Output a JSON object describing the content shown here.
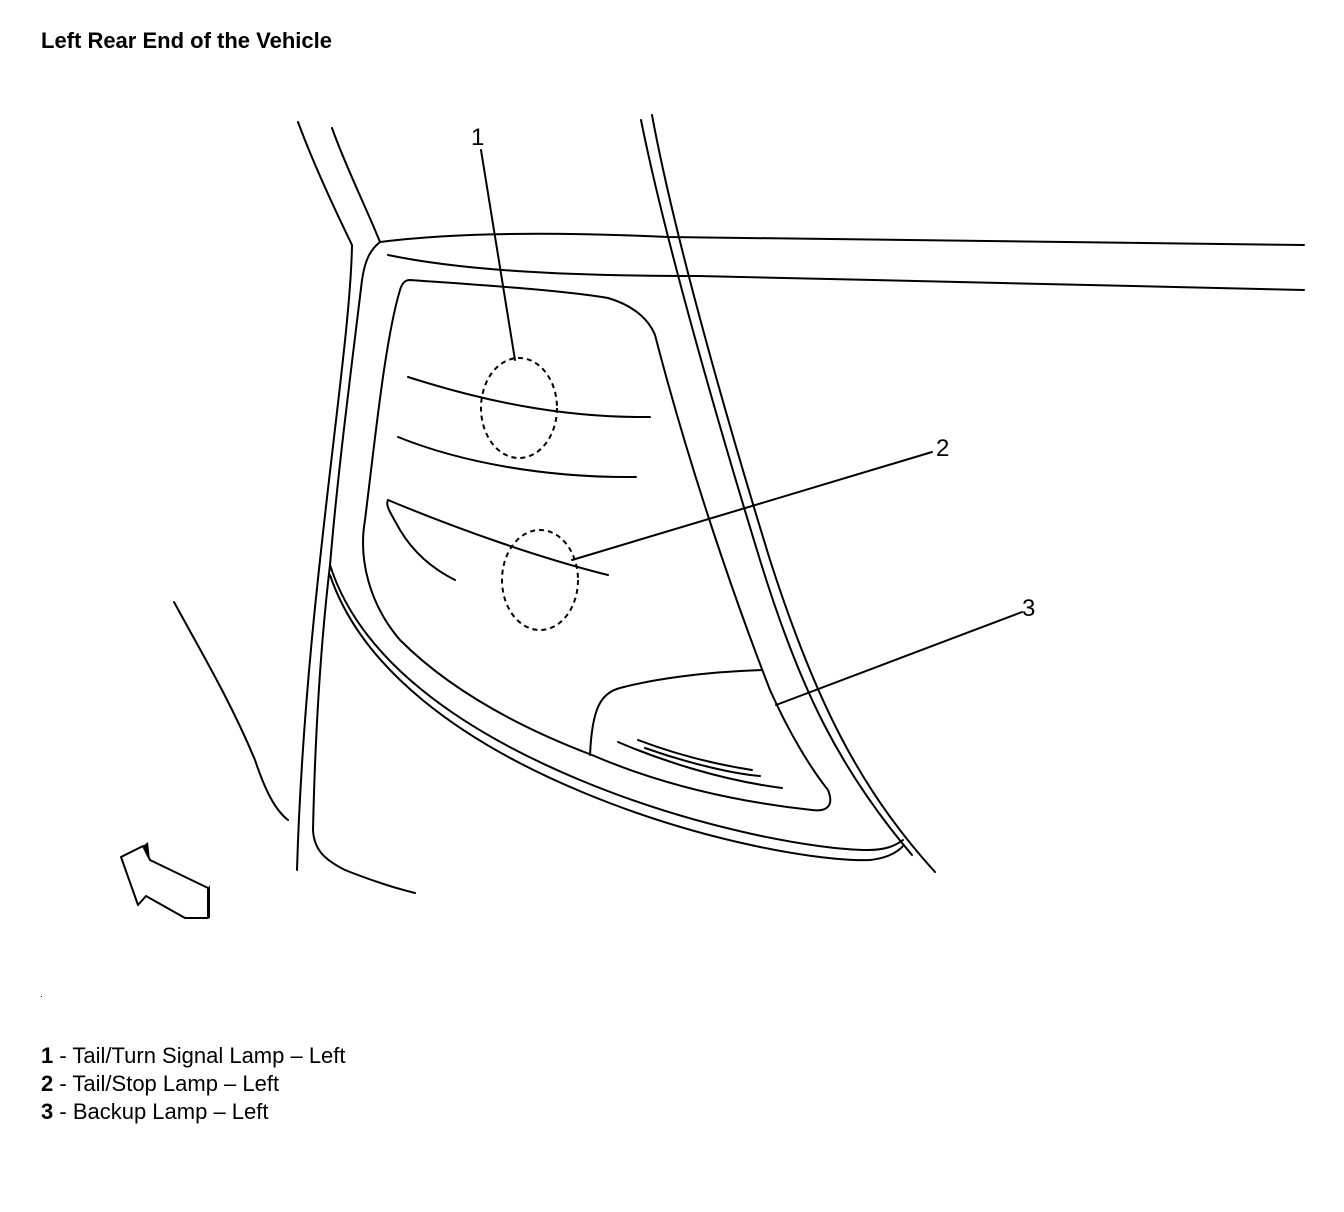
{
  "title": "Left Rear End of the Vehicle",
  "callouts": [
    {
      "number": "1",
      "label": "Tail/Turn Signal Lamp – Left"
    },
    {
      "number": "2",
      "label": "Tail/Stop Lamp – Left"
    },
    {
      "number": "3",
      "label": "Backup Lamp – Left"
    }
  ],
  "legend_separator": " - "
}
